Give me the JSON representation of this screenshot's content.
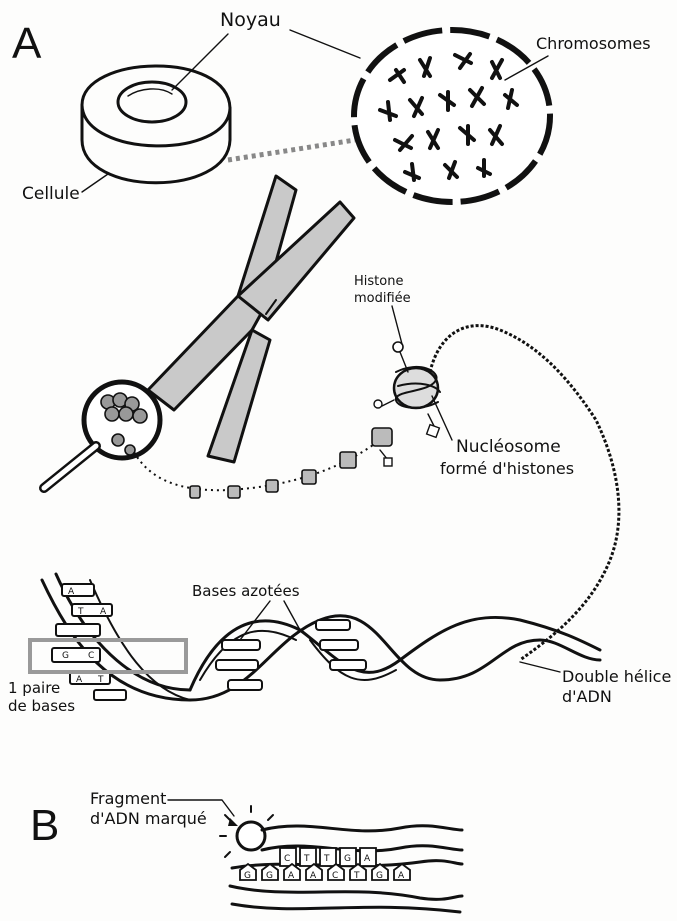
{
  "panels": {
    "a": "A",
    "b": "B"
  },
  "labels": {
    "noyau": "Noyau",
    "chromosomes": "Chromosomes",
    "cellule": "Cellule",
    "histone_line1": "Histone",
    "histone_line2": "modifiée",
    "nucleosome_line1": "Nucléosome",
    "nucleosome_line2": "formé d'histones",
    "bases": "Bases azotées",
    "paire_line1": "1 paire",
    "paire_line2": "de bases",
    "double_line1": "Double hélice",
    "double_line2": "d'ADN",
    "fragment_line1": "Fragment",
    "fragment_line2": "d'ADN marqué"
  },
  "ladder_bases": [
    "A",
    "T",
    "A",
    "G",
    "C",
    "A",
    "T"
  ],
  "fragment_bases_top": [
    "C",
    "T",
    "T",
    "G",
    "A"
  ],
  "fragment_bases_bottom": [
    "G",
    "G",
    "A",
    "A",
    "C",
    "T",
    "G",
    "A"
  ],
  "colors": {
    "ink": "#111111",
    "paper": "#fdfdfc",
    "chromosome_fill": "#c9c9c9",
    "highlight_box": "#9a9a9a"
  }
}
